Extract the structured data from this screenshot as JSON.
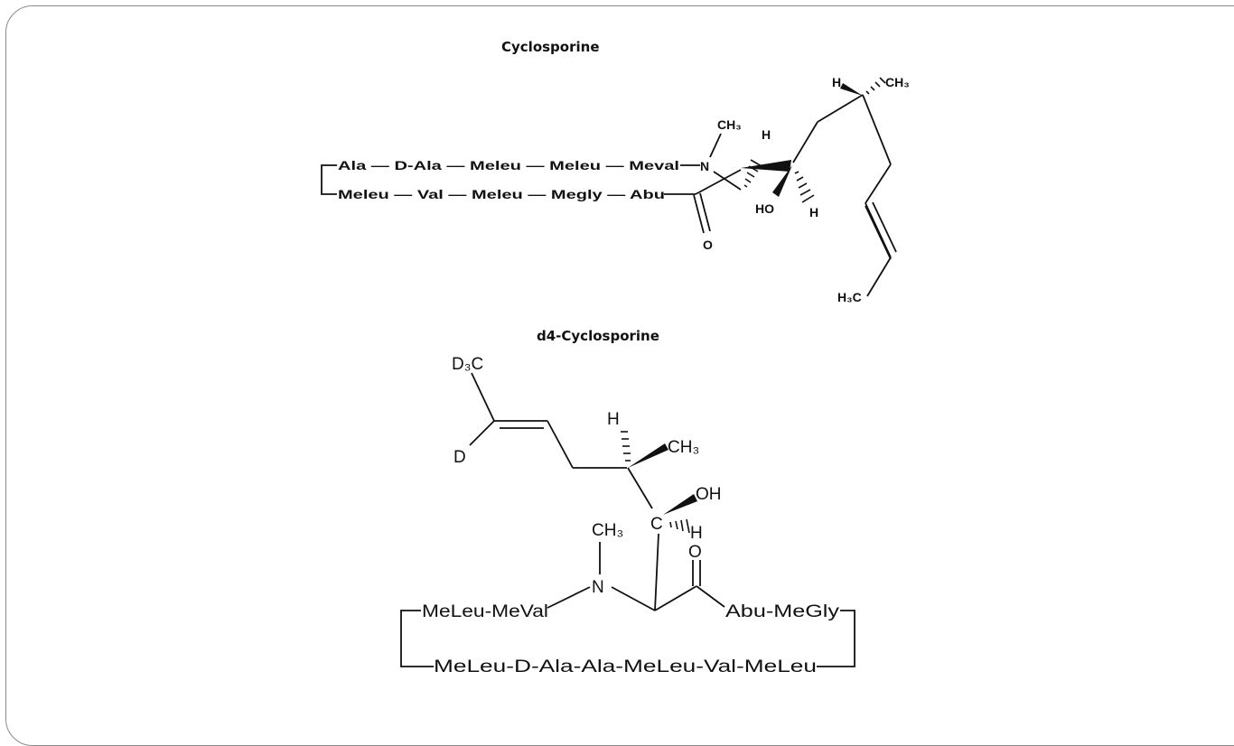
{
  "titles": {
    "top": "Cyclosporine",
    "bottom": "d4-Cyclosporine"
  },
  "molecule1": {
    "ring_top": "Ala — D-Ala — Meleu — Meleu — Meval",
    "ring_bottom": "Meleu — Val — Meleu — Megly — Abu",
    "atoms": {
      "n_methyl": "CH₃",
      "nitrogen": "N",
      "h_alpha": "H",
      "carbonyl_o": "O",
      "hydroxyl": "HO",
      "h_beta": "H",
      "h_top": "H",
      "ch3_top": "CH₃",
      "h3c_end": "H₃C"
    }
  },
  "molecule2": {
    "ring_top_left": "MeLeu-MeVal",
    "ring_top_right": "Abu-MeGly",
    "ring_bottom": "MeLeu-D-Ala-Ala-MeLeu-Val-MeLeu",
    "atoms": {
      "d3c": "D₃C",
      "deuterium": "D",
      "h_top": "H",
      "ch3": "CH₃",
      "oh": "OH",
      "carbon": "C",
      "h_c": "H",
      "carbonyl_o": "O",
      "n_methyl": "CH₃",
      "nitrogen": "N"
    }
  }
}
